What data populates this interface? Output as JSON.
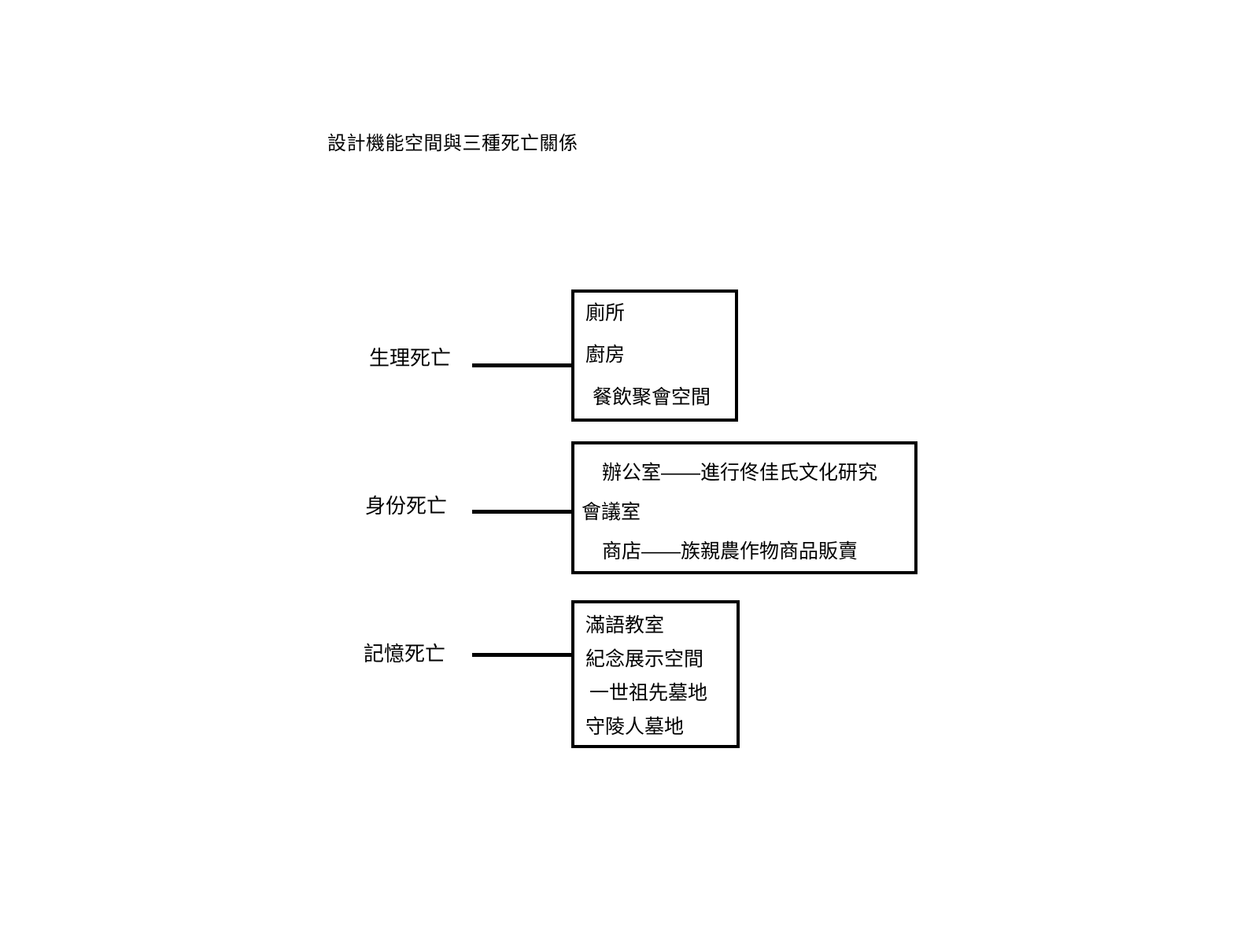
{
  "title": "設計機能空間與三種死亡關係",
  "colors": {
    "ink": "#000000",
    "background": "#ffffff"
  },
  "rows": [
    {
      "label": "生理死亡",
      "items": [
        "廁所",
        "廚房",
        "餐飲聚會空間"
      ]
    },
    {
      "label": "身份死亡",
      "items": [
        "辦公室——進行佟佳氏文化研究",
        "會議室",
        "商店——族親農作物商品販賣"
      ]
    },
    {
      "label": "記憶死亡",
      "items": [
        "滿語教室",
        "紀念展示空間",
        "一世祖先墓地",
        "守陵人墓地"
      ]
    }
  ]
}
